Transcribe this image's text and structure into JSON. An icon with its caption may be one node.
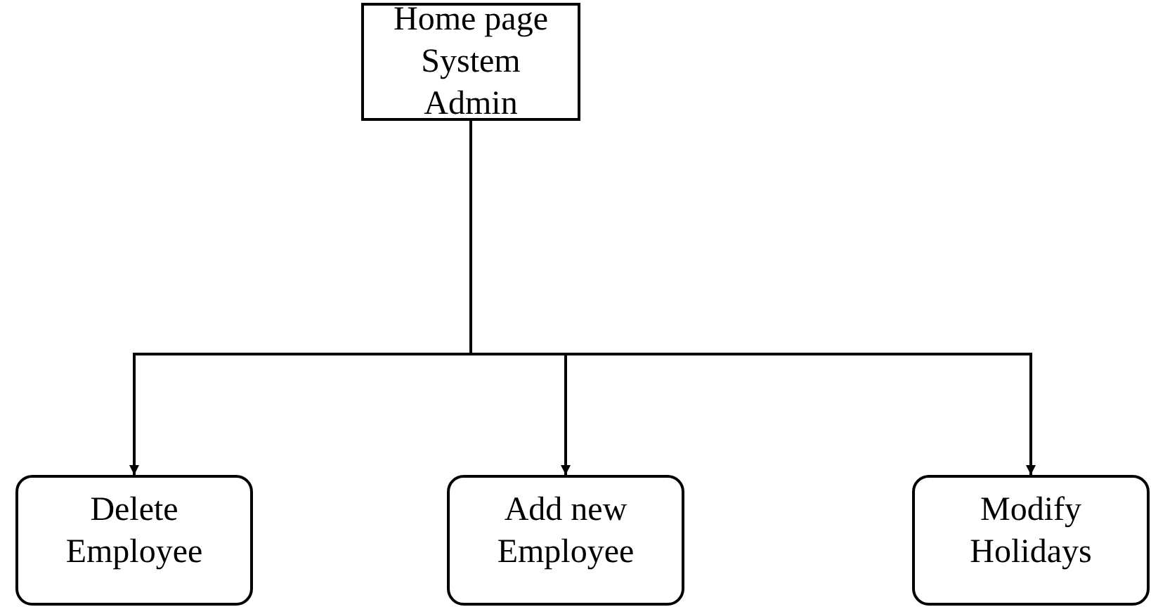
{
  "diagram": {
    "nodes": [
      {
        "text": [
          "Home page System Admin"
        ]
      },
      {
        "text": [
          "Delete Employee"
        ]
      },
      {
        "text": [
          "Add new Employee"
        ]
      },
      {
        "text": [
          "Modify Holidays"
        ]
      }
    ],
    "edges": [
      {
        "from": 0,
        "to": 1,
        "arrow": "to"
      },
      {
        "from": 0,
        "to": 2,
        "arrow": "to"
      },
      {
        "from": 0,
        "to": 3,
        "arrow": "to"
      }
    ]
  }
}
